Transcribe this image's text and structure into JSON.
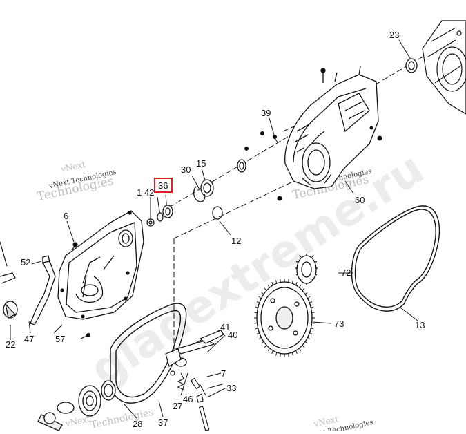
{
  "diagram": {
    "labels": {
      "p1": "1",
      "p6": "6",
      "p7": "7",
      "p12": "12",
      "p13": "13",
      "p15": "15",
      "p22": "22",
      "p23": "23",
      "p27": "27",
      "p28": "28",
      "p30": "30",
      "p33": "33",
      "p36": "36",
      "p37": "37",
      "p39": "39",
      "p40": "40",
      "p41": "41",
      "p42": "42",
      "p46": "46",
      "p47": "47",
      "p52": "52",
      "p57": "57",
      "p60": "60",
      "p72": "72",
      "p73": "73"
    },
    "highlighted_part": "36",
    "highlight_color": "#e02020",
    "watermarks": {
      "vendor_line1": "vNext",
      "vendor_line2": "Technologies",
      "vendor_name": "vNext Technologies",
      "site": "gladextreme.ru"
    }
  }
}
